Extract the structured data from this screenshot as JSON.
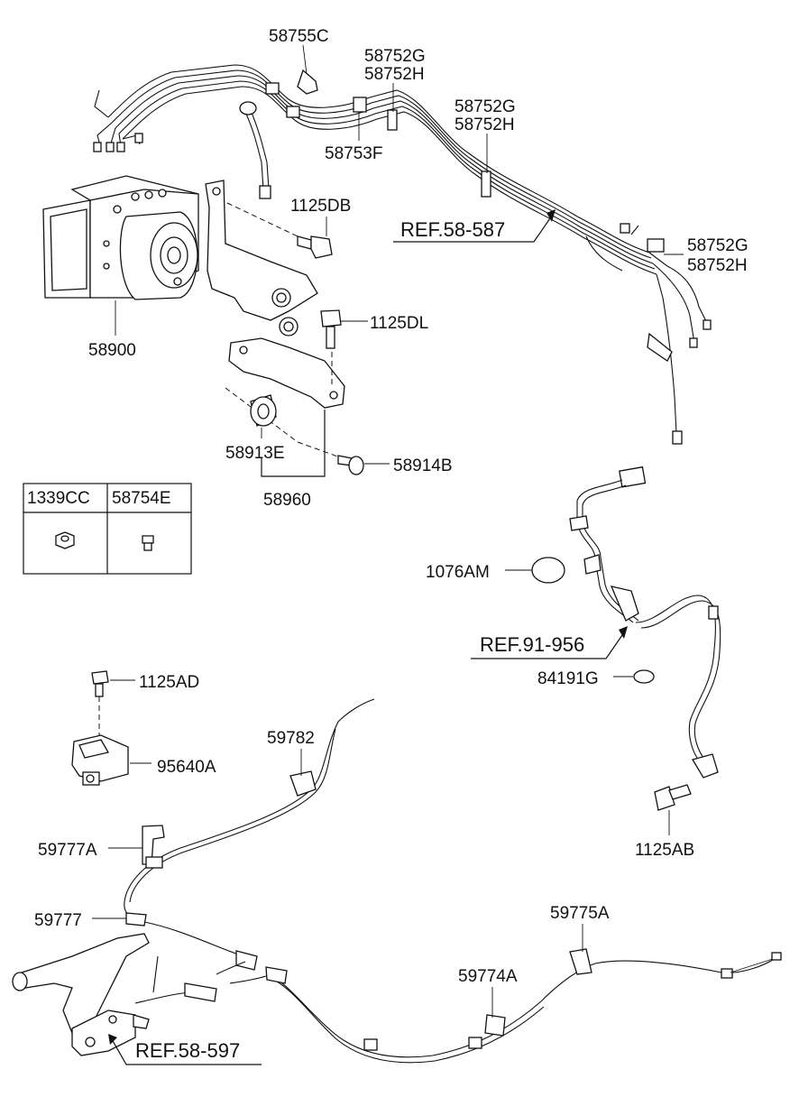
{
  "labels": {
    "p58755C": "58755C",
    "p58752G_a": "58752G",
    "p58752H_a": "58752H",
    "p58752G_b": "58752G",
    "p58752H_b": "58752H",
    "p58753F": "58753F",
    "p1125DB": "1125DB",
    "p58752G_c": "58752G",
    "p58752H_c": "58752H",
    "p58900": "58900",
    "p1125DL": "1125DL",
    "p58913E": "58913E",
    "p58914B": "58914B",
    "p58960": "58960",
    "p1076AM": "1076AM",
    "p84191G": "84191G",
    "p1125AD": "1125AD",
    "p95640A": "95640A",
    "p59782": "59782",
    "p59777A": "59777A",
    "p59777": "59777",
    "p59775A": "59775A",
    "p59774A": "59774A",
    "p1125AB": "1125AB"
  },
  "refs": {
    "ref1": "REF.58-587",
    "ref2": "REF.91-956",
    "ref3": "REF.58-597"
  },
  "table": {
    "col1": "1339CC",
    "col2": "58754E"
  },
  "icons": [
    "hex-nut-icon",
    "bolt-icon",
    "arrow-icon"
  ]
}
